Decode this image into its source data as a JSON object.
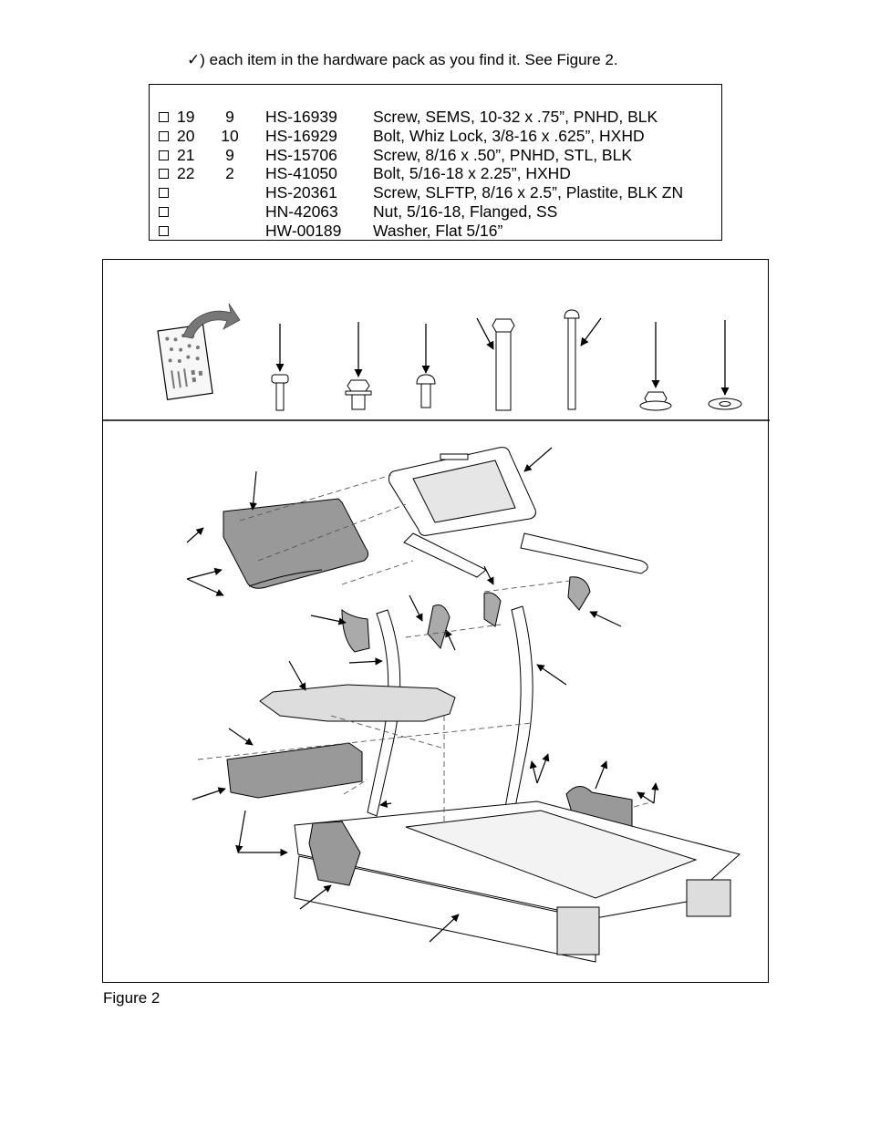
{
  "intro": {
    "check_mark": "✓",
    "text": ") each item in the hardware pack as you find it. See Figure 2."
  },
  "hardware": {
    "rows": [
      {
        "num": "19",
        "qty": "9",
        "part": "HS-16939",
        "desc": "Screw, SEMS, 10-32 x .75”, PNHD, BLK"
      },
      {
        "num": "20",
        "qty": "10",
        "part": "HS-16929",
        "desc": "Bolt, Whiz Lock, 3/8-16 x .625”, HXHD"
      },
      {
        "num": "21",
        "qty": "9",
        "part": "HS-15706",
        "desc": "Screw, 8/16 x .50”, PNHD, STL, BLK"
      },
      {
        "num": "22",
        "qty": "2",
        "part": "HS-41050",
        "desc": "Bolt, 5/16-18 x 2.25”, HXHD"
      },
      {
        "num": "",
        "qty": "",
        "part": "HS-20361",
        "desc": "Screw, SLFTP, 8/16 x 2.5”, Plastite, BLK ZN"
      },
      {
        "num": "",
        "qty": "",
        "part": "HN-42063",
        "desc": "Nut, 5/16-18, Flanged, SS"
      },
      {
        "num": "",
        "qty": "",
        "part": "HW-00189",
        "desc": "Washer, Flat 5/16”"
      }
    ]
  },
  "figure": {
    "caption": "Figure 2",
    "icons": [
      "hardware-pack-icon",
      "sems-screw-icon",
      "whiz-lock-bolt-icon",
      "pan-head-screw-icon",
      "hex-bolt-icon",
      "long-screw-icon",
      "flanged-nut-icon",
      "flat-washer-icon",
      "treadmill-icon"
    ]
  }
}
